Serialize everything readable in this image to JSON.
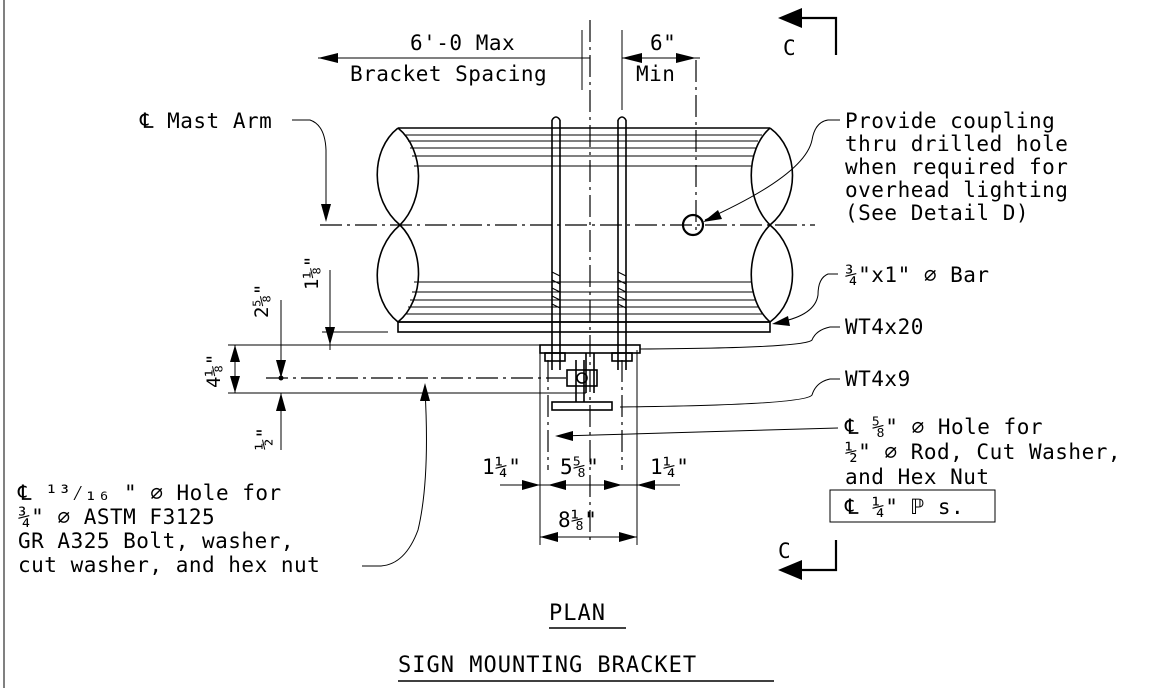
{
  "labels": {
    "spacing_top": "6'-0 Max",
    "spacing_bottom": "Bracket Spacing",
    "min_top": "6\"",
    "min_bottom": "Min",
    "section_top": "C",
    "section_bottom": "C",
    "mast_arm": "℄ Mast Arm",
    "coupling": [
      "Provide coupling",
      "thru drilled hole",
      "when required for",
      "overhead lighting",
      "(See Detail D)"
    ],
    "bar": "¾\"x1\" ⌀ Bar",
    "wt420": "WT4x20",
    "wt49": "WT4x9",
    "rod_hole": [
      "℄ ⅝\" ⌀ Hole for",
      "½\" ⌀ Rod, Cut Washer,",
      "and Hex Nut"
    ],
    "plates": "℄ ¼\" ℙ s.",
    "bolt_hole": [
      "℄ ¹³⁄₁₆ \" ⌀ Hole for",
      "¾\" ⌀ ASTM F3125",
      "GR A325 Bolt, washer,",
      "cut washer, and hex nut"
    ],
    "plan": "PLAN",
    "title": "SIGN MOUNTING BRACKET"
  },
  "dims": {
    "d258": "2⅝\"",
    "d118": "1⅛\"",
    "d418": "4⅛\"",
    "d12": "½\"",
    "d114_left": "1¼\"",
    "d558": "5⅝\"",
    "d114_right": "1¼\"",
    "d818": "8⅛\""
  }
}
